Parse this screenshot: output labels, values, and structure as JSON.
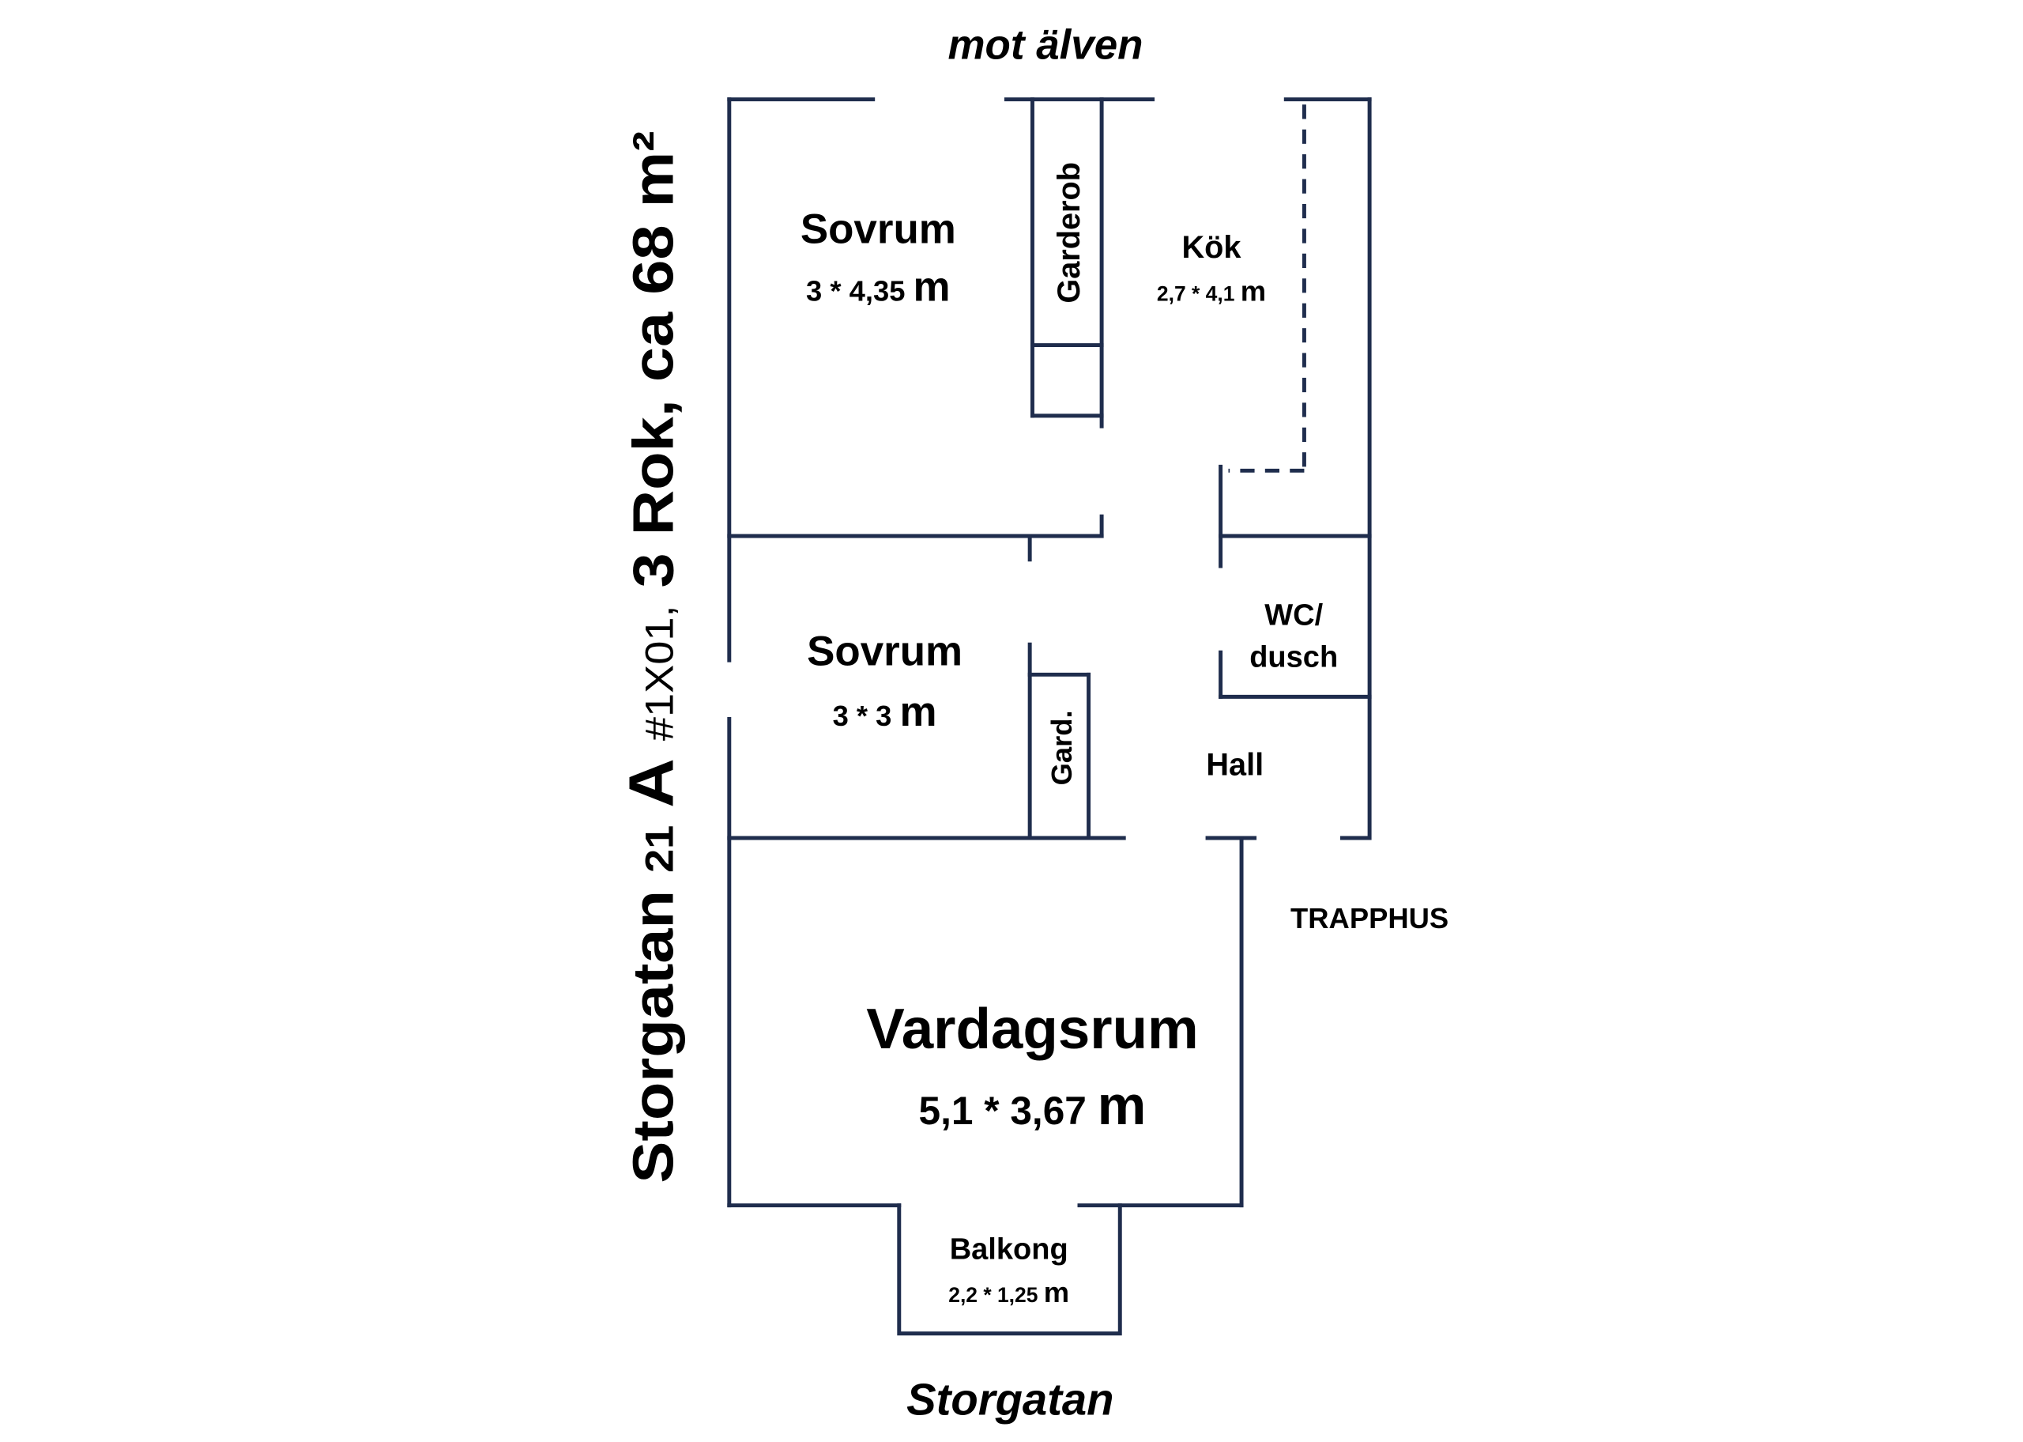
{
  "orientation": {
    "top": "mot älven",
    "bottom": "Storgatan",
    "side": "TRAPPHUS"
  },
  "title": {
    "street": "Storgatan",
    "number": "21",
    "entrance": "A",
    "apartment": "#1X01,",
    "size": "3 Rok, ca 68 m²"
  },
  "rooms": {
    "bedroom1": {
      "name": "Sovrum",
      "dims": "3 * 4,35",
      "unit": "m"
    },
    "wardrobe1": {
      "name": "Garderob"
    },
    "kitchen": {
      "name": "Kök",
      "dims": "2,7 * 4,1",
      "unit": "m"
    },
    "bedroom2": {
      "name": "Sovrum",
      "dims": "3 * 3",
      "unit": "m"
    },
    "wardrobe2": {
      "name": "Gard."
    },
    "bathroom": {
      "name_line1": "WC/",
      "name_line2": "dusch"
    },
    "hall": {
      "name": "Hall"
    },
    "living": {
      "name": "Vardagsrum",
      "dims": "5,1 * 3,67",
      "unit": "m"
    },
    "balcony": {
      "name": "Balkong",
      "dims": "2,2 * 1,25",
      "unit": "m"
    }
  },
  "colors": {
    "wall": "#1f2d4d",
    "text": "#000000"
  }
}
